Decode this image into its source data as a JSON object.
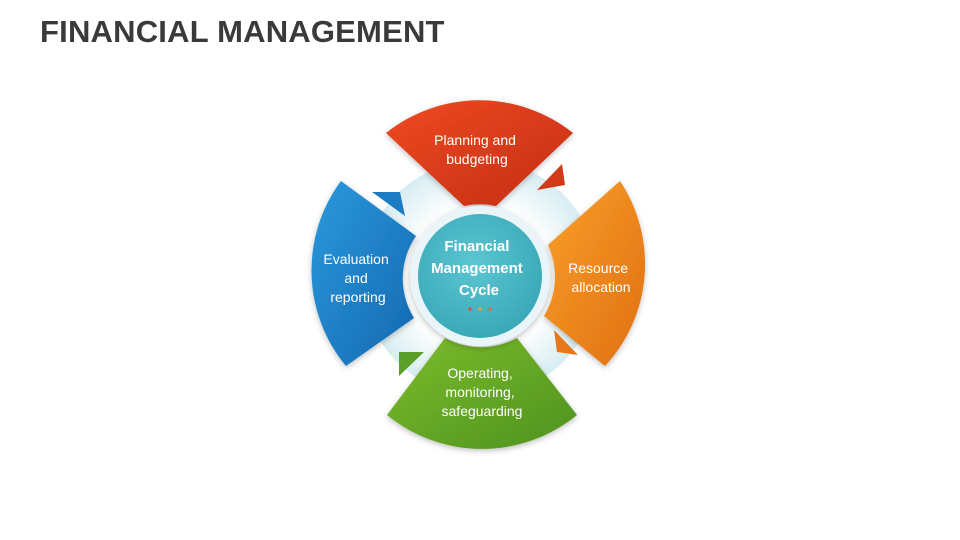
{
  "title": "FINANCIAL MANAGEMENT",
  "center": {
    "lines": [
      "Financial",
      "Management",
      "Cycle"
    ],
    "color": "#4DB8C6"
  },
  "segments": [
    {
      "id": "top",
      "lines": [
        "Planning and",
        "budgeting"
      ],
      "color": "#E13A1E"
    },
    {
      "id": "right",
      "lines": [
        "Resource",
        "allocation"
      ],
      "color": "#F58A1F"
    },
    {
      "id": "bottom",
      "lines": [
        "Operating,",
        "monitoring,",
        "safeguarding"
      ],
      "color": "#5FA82B"
    },
    {
      "id": "left",
      "lines": [
        "Evaluation",
        "and",
        "reporting"
      ],
      "color": "#1E86CC"
    }
  ]
}
